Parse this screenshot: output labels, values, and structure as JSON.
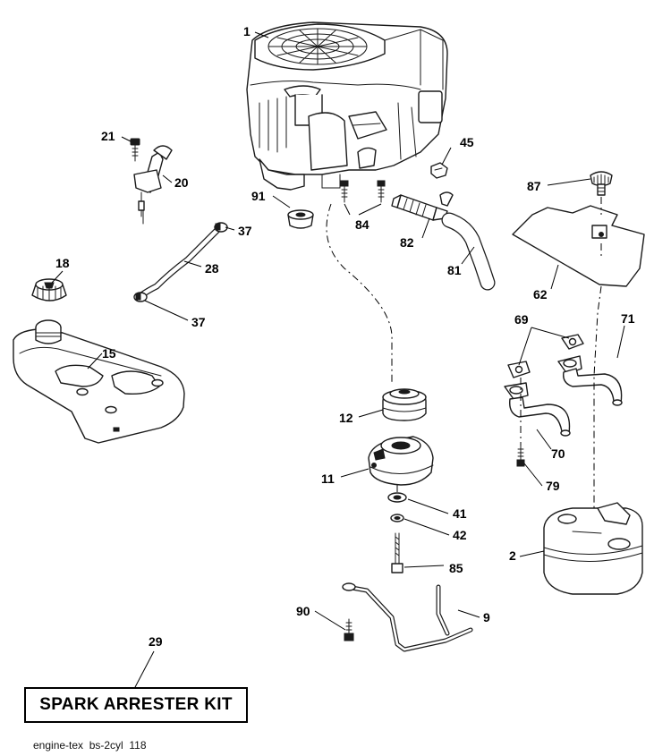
{
  "callouts": {
    "c1": "1",
    "c2": "2",
    "c9": "9",
    "c11": "11",
    "c12": "12",
    "c15": "15",
    "c18": "18",
    "c20": "20",
    "c21": "21",
    "c28": "28",
    "c29": "29",
    "c37a": "37",
    "c37b": "37",
    "c41": "41",
    "c42": "42",
    "c45": "45",
    "c62": "62",
    "c69": "69",
    "c70": "70",
    "c71": "71",
    "c79": "79",
    "c81": "81",
    "c82": "82",
    "c84": "84",
    "c85": "85",
    "c87": "87",
    "c90": "90",
    "c91": "91"
  },
  "kit": {
    "label": "SPARK ARRESTER KIT"
  },
  "footer": {
    "text": "engine-tex  bs-2cyl  118"
  }
}
